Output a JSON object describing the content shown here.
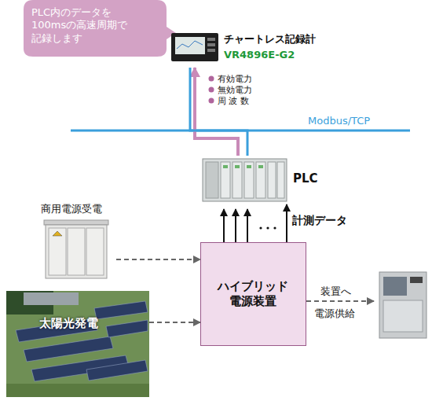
{
  "diagram": {
    "nodes": [
      {
        "text": [
          "PLC内のデータを 100msの高速周期で 記録します"
        ]
      },
      {
        "text": [
          "チャートレス記録計",
          "VR4896E-G2"
        ]
      },
      {
        "text": [
          "PLC"
        ]
      },
      {
        "text": [
          "商用電源受電"
        ]
      },
      {
        "text": [
          "太陽光発電"
        ]
      },
      {
        "text": [
          "ハイブリッド 電源装置"
        ]
      }
    ],
    "edges": [
      {
        "from": 2,
        "to": 1,
        "arrow": "to"
      },
      {
        "from": 2,
        "to": 1,
        "arrow": "none",
        "label": "Modbus/TCP"
      },
      {
        "from": 5,
        "to": 2,
        "arrow": "to",
        "label": "計測データ"
      },
      {
        "from": 3,
        "to": 5,
        "arrow": "to"
      },
      {
        "from": 4,
        "to": 5,
        "arrow": "to"
      }
    ],
    "labels": [
      "有効電力",
      "無効電力",
      "周 波 数",
      "装置へ",
      "電源供給"
    ]
  }
}
